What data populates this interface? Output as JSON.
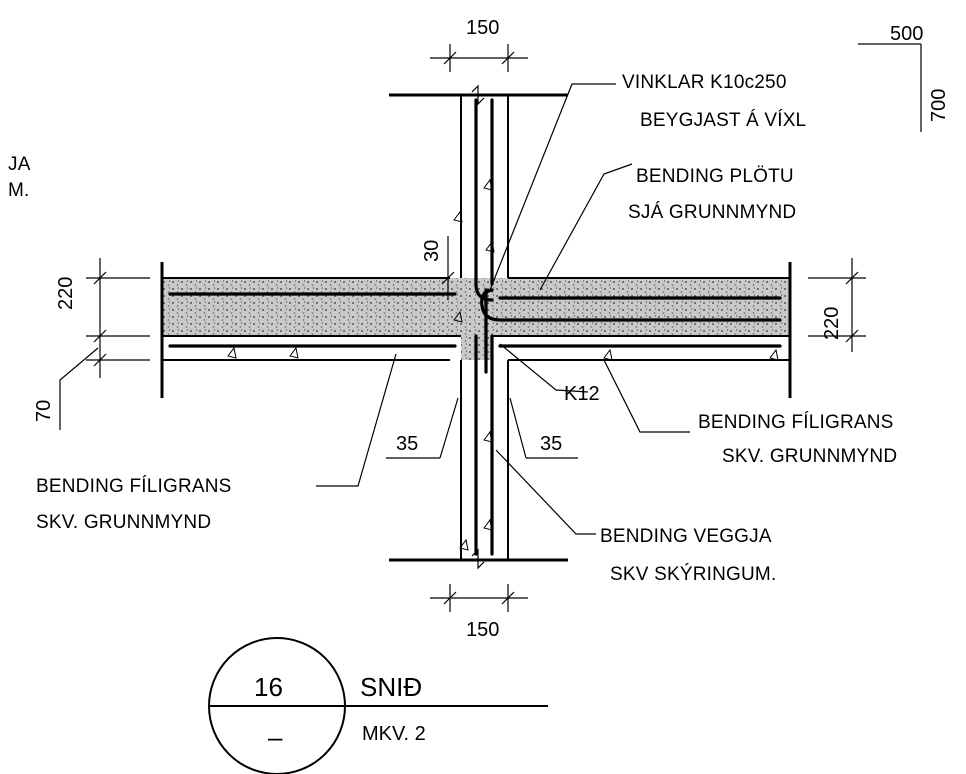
{
  "scale_ref": {
    "horizontal": "500",
    "vertical": "700"
  },
  "dimensions": {
    "wall_top": "150",
    "wall_bottom": "150",
    "slab_left": "220",
    "slab_right": "220",
    "filigree_left": "70",
    "cover": "30",
    "gap_left": "35",
    "gap_right": "35",
    "bar_mark": "K12"
  },
  "labels": {
    "stirrups": [
      "VINKLAR K10c250",
      "BEYGJAST Á VÍXL"
    ],
    "slab_rebar": [
      "BENDING PLÖTU",
      "SJÁ GRUNNMYND"
    ],
    "filigree_right": [
      "BENDING FÍLIGRANS",
      "SKV. GRUNNMYND"
    ],
    "filigree_left": [
      "BENDING FÍLIGRANS",
      "SKV. GRUNNMYND"
    ],
    "wall_rebar": [
      "BENDING VEGGJA",
      "SKV SKÝRINGUM."
    ],
    "cut_off_left": [
      "JA",
      "M."
    ]
  },
  "title_block": {
    "number": "16",
    "sheet": "–",
    "title": "SNIÐ",
    "scale": "MKV.  2"
  }
}
